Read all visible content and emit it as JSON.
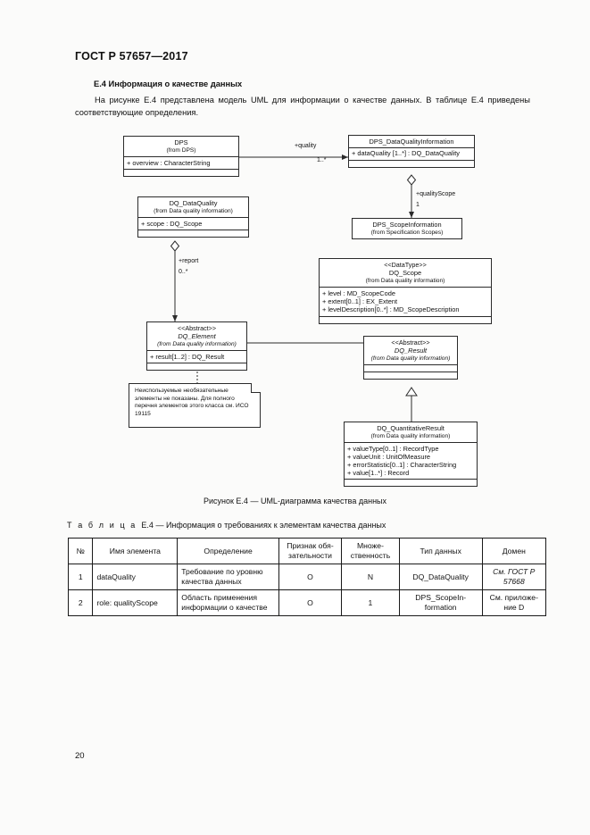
{
  "document": {
    "standard_header": "ГОСТ Р 57657—2017",
    "page_number": "20"
  },
  "section": {
    "title": "E.4 Информация о качестве данных",
    "paragraph": "На рисунке E.4 представлена модель UML для информации о качестве данных. В таблице E.4 приведены соответствующие определения."
  },
  "figure": {
    "caption": "Рисунок E.4 — UML-диаграмма качества данных",
    "classes": {
      "dps": {
        "name": "DPS",
        "from": "(from DPS)",
        "attributes": [
          "+ overview : CharacterString"
        ]
      },
      "dps_dqi": {
        "name": "DPS_DataQualityInformation",
        "attributes": [
          "+ dataQuality [1..*] : DQ_DataQuality"
        ]
      },
      "dq_dataquality": {
        "name": "DQ_DataQuality",
        "from": "(from Data quality information)",
        "attributes": [
          "+ scope : DQ_Scope"
        ]
      },
      "dps_scopeinfo": {
        "name": "DPS_ScopeInformation",
        "from": "(from Specification Scopes)",
        "attributes": []
      },
      "dq_scope": {
        "stereotype": "<<DataType>>",
        "name": "DQ_Scope",
        "from": "(from Data quality information)",
        "attributes": [
          "+ level : MD_ScopeCode",
          "+ extent[0..1] : EX_Extent",
          "+ levelDescription[0..*] : MD_ScopeDescription"
        ]
      },
      "dq_element": {
        "stereotype": "<<Abstract>>",
        "name": "DQ_Element",
        "from": "(from Data quality information)",
        "attributes": [
          "+ result[1..2] : DQ_Result"
        ]
      },
      "dq_result": {
        "stereotype": "<<Abstract>>",
        "name": "DQ_Result",
        "from": "(from Data quality information)",
        "attributes": []
      },
      "dq_quantresult": {
        "name": "DQ_QuantitativeResult",
        "from": "(from Data quality information)",
        "attributes": [
          "+ valueType[0..1] : RecordType",
          "+ valueUnit : UnitOfMeasure",
          "+ errorStatistic[0..1] : CharacterString",
          "+ value[1..*] : Record"
        ]
      }
    },
    "note": "Неиспользуемые необязательные элементы не показаны. Для полного перечня элементов этого класса см. ИСО 19115",
    "association_labels": {
      "quality_role": "+quality",
      "quality_mult": "1..*",
      "qualityscope_role": "+qualityScope",
      "qualityscope_mult": "1",
      "report_role": "+report",
      "report_mult": "0..*"
    }
  },
  "table": {
    "caption_prefix": "Т а б л и ц а",
    "caption_number": "E.4",
    "caption_text": "— Информация о требованиях к элементам качества данных",
    "headers": [
      "№",
      "Имя элемента",
      "Определение",
      "Признак обя-зательности",
      "Множе-ственность",
      "Тип данных",
      "Домен"
    ],
    "rows": [
      {
        "num": "1",
        "element": "dataQuality",
        "definition": "Требование по уровню качества данных",
        "obligation": "О",
        "multiplicity": "N",
        "datatype": "DQ_DataQuality",
        "domain": "См. ГОСТ Р 57668"
      },
      {
        "num": "2",
        "element": "role: qualityScope",
        "definition": "Область применения информации о качестве",
        "obligation": "О",
        "multiplicity": "1",
        "datatype": "DPS_ScopeIn-formation",
        "domain": "См. приложе-ние D"
      }
    ]
  }
}
